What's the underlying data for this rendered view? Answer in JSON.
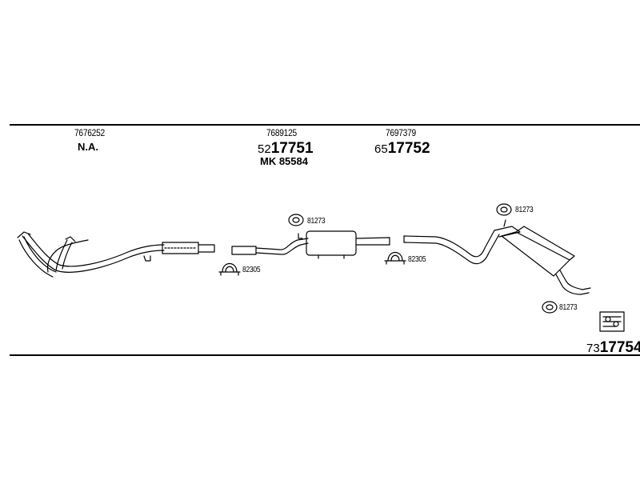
{
  "parts": [
    {
      "id": "front-pipe",
      "oe_number": "7676252",
      "part_label": "N.A."
    },
    {
      "id": "middle-section",
      "oe_number": "7689125",
      "part_prefix": "52",
      "part_main": "17751",
      "mk_label": "MK 85584"
    },
    {
      "id": "rear-section",
      "oe_number": "7697379",
      "part_prefix": "65",
      "part_main": "17752"
    }
  ],
  "fittings": {
    "clamp_code": "82305",
    "rubber_mount_code": "81273"
  },
  "kit": {
    "prefix": "73",
    "main": "17754"
  }
}
